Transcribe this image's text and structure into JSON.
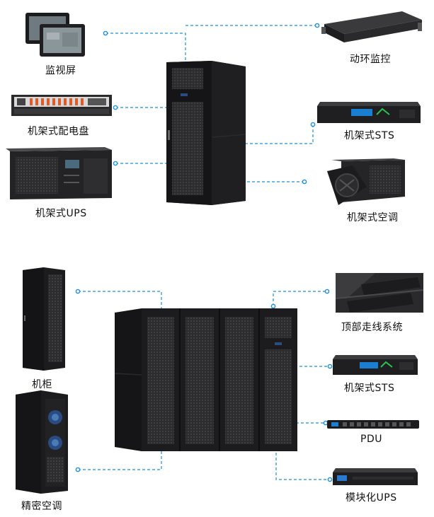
{
  "top_section": {
    "labels": {
      "monitor": "监视屏",
      "rack_pdu": "机架式配电盘",
      "rack_ups": "机架式UPS",
      "env_monitor": "动环监控",
      "rack_sts": "机架式STS",
      "rack_ac": "机架式空调"
    }
  },
  "bottom_section": {
    "labels": {
      "cabinet": "机柜",
      "precision_ac": "精密空调",
      "top_cabling": "顶部走线系统",
      "rack_sts": "机架式STS",
      "pdu": "PDU",
      "modular_ups": "模块化UPS"
    }
  },
  "colors": {
    "connector": "#1a8fe0",
    "cabinet_body": "#1c1c1e",
    "door_mesh": "#3a3a3d"
  }
}
